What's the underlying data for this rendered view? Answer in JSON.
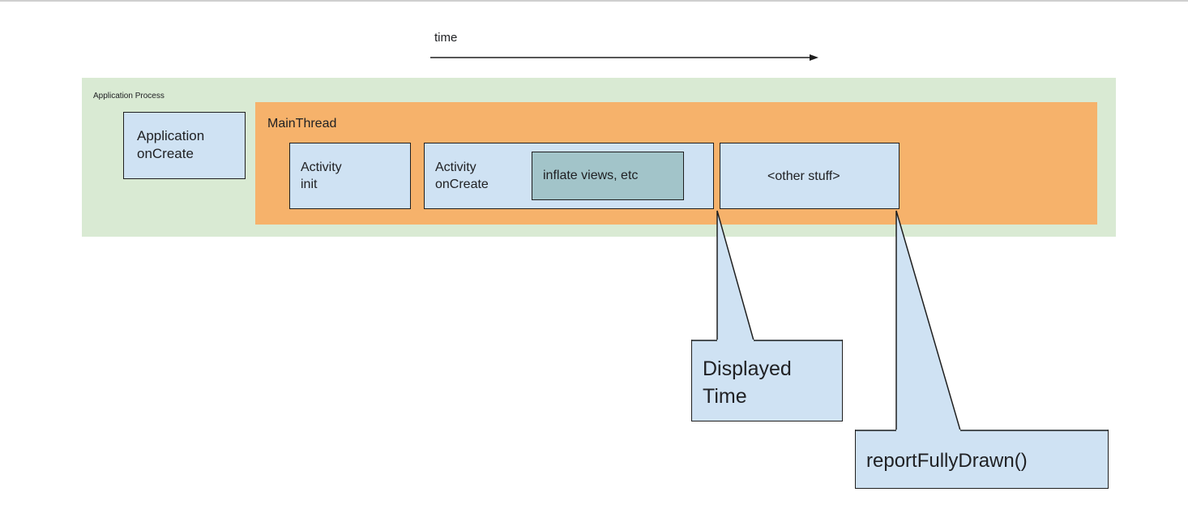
{
  "diagram": {
    "time_label": "time",
    "application_process_label": "Application Process",
    "main_thread_label": "MainThread",
    "application_oncreate": "Application\nonCreate",
    "activity_init": "Activity\ninit",
    "activity_oncreate": "Activity\nonCreate",
    "inflate_views": "inflate views, etc",
    "other_stuff": "<other stuff>",
    "displayed_time": "Displayed\nTime",
    "report_fully_drawn": "reportFullyDrawn()"
  },
  "colors": {
    "application_process_bg": "#d9ead3",
    "main_thread_bg": "#f6b26b",
    "box_bg": "#cfe2f3",
    "inflate_bg": "#a2c4c9",
    "stroke": "#1f1f1f"
  }
}
